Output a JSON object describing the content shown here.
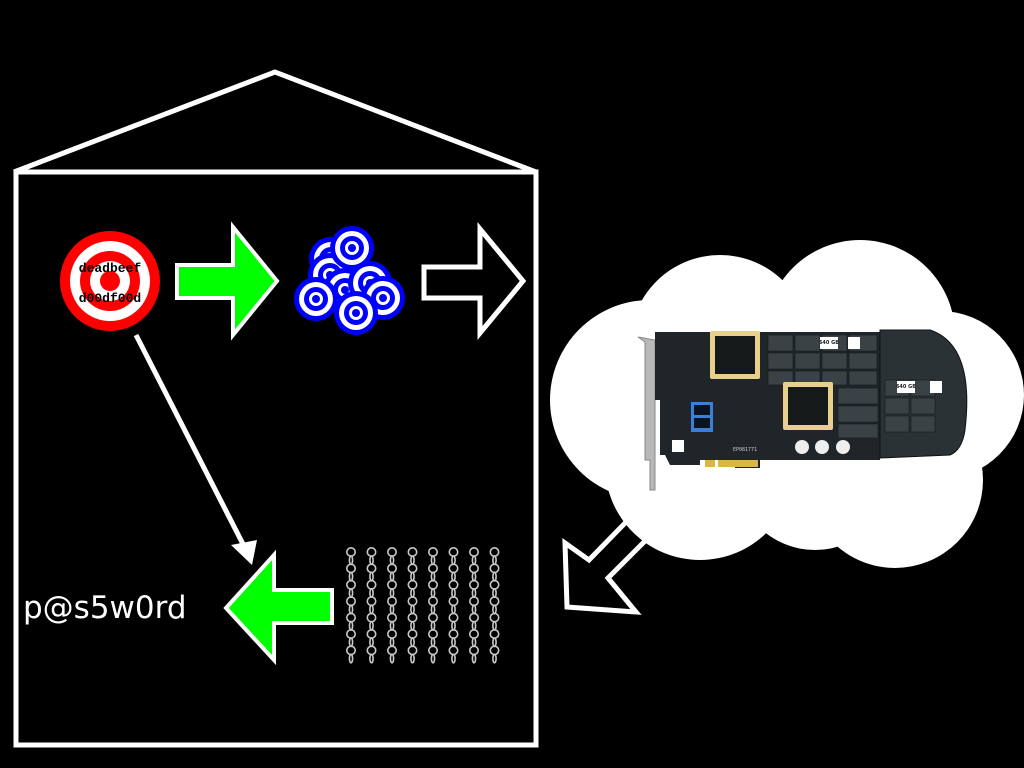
{
  "diagram": {
    "house": {
      "stroke_color": "#ffffff",
      "background": "#000000"
    },
    "target": {
      "line1": "deadbeef",
      "line2": "d00df00d",
      "colors": {
        "red": "#ff0000",
        "white": "#ffffff"
      }
    },
    "hash_cluster": {
      "icon": "blue-targets-cluster-icon",
      "color": "#0000ff",
      "count": 8
    },
    "arrows": {
      "green_color": "#00ff00",
      "outline_color": "#ffffff"
    },
    "cloud": {
      "fill": "#ffffff",
      "content": "pcie-ssd-card-image",
      "card_labels": [
        "640 GB",
        "640 GB"
      ]
    },
    "chains": {
      "icon": "chain-icon",
      "count": 8,
      "color": "#c8c8c8"
    },
    "password": {
      "text": "p@s5w0rd"
    }
  }
}
